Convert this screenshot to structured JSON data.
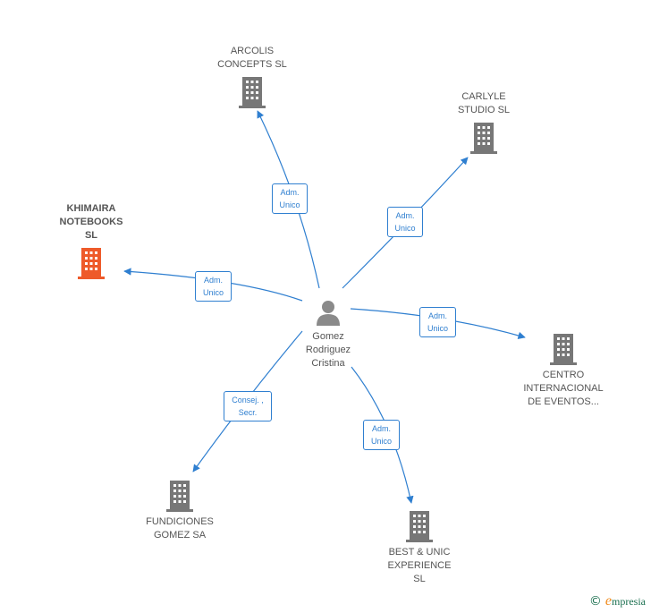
{
  "colors": {
    "edge": "#2f7fd0",
    "building": "#777777",
    "building_highlight": "#ee5a2a",
    "person": "#8a8a8a",
    "label_text": "#555555"
  },
  "center": {
    "name": "Gomez\nRodriguez\nCristina",
    "icon": "person-icon"
  },
  "companies": [
    {
      "id": "arcolis",
      "name": "ARCOLIS\nCONCEPTS  SL",
      "icon": "building-icon",
      "highlight": false
    },
    {
      "id": "carlyle",
      "name": "CARLYLE\nSTUDIO  SL",
      "icon": "building-icon",
      "highlight": false
    },
    {
      "id": "khimaira",
      "name": "KHIMAIRA\nNOTEBOOKS\nSL",
      "icon": "building-icon",
      "highlight": true
    },
    {
      "id": "centro",
      "name": "CENTRO\nINTERNACIONAL\nDE EVENTOS...",
      "icon": "building-icon",
      "highlight": false
    },
    {
      "id": "fundiciones",
      "name": "FUNDICIONES\nGOMEZ SA",
      "icon": "building-icon",
      "highlight": false
    },
    {
      "id": "best",
      "name": "BEST & UNIC\nEXPERIENCE\nSL",
      "icon": "building-icon",
      "highlight": false
    }
  ],
  "relations": [
    {
      "to": "arcolis",
      "label": "Adm.\nUnico"
    },
    {
      "to": "carlyle",
      "label": "Adm.\nUnico"
    },
    {
      "to": "khimaira",
      "label": "Adm.\nUnico"
    },
    {
      "to": "centro",
      "label": "Adm.\nUnico"
    },
    {
      "to": "fundiciones",
      "label": "Consej. ,\nSecr."
    },
    {
      "to": "best",
      "label": "Adm.\nUnico"
    }
  ],
  "footer": {
    "copyright_symbol": "©",
    "brand_initial": "e",
    "brand_rest": "mpresia"
  }
}
